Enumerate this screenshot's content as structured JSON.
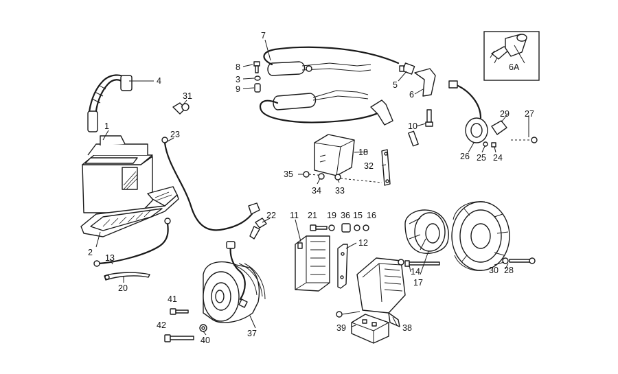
{
  "diagram": {
    "inset_label": "6A",
    "callouts": [
      "1",
      "2",
      "3",
      "4",
      "5",
      "6",
      "7",
      "8",
      "9",
      "10",
      "11",
      "12",
      "13",
      "14",
      "15",
      "16",
      "17",
      "18",
      "19",
      "20",
      "21",
      "22",
      "23",
      "24",
      "25",
      "26",
      "27",
      "28",
      "29",
      "30",
      "31",
      "32",
      "33",
      "34",
      "35",
      "36",
      "37",
      "38",
      "39",
      "40",
      "41",
      "42"
    ]
  }
}
